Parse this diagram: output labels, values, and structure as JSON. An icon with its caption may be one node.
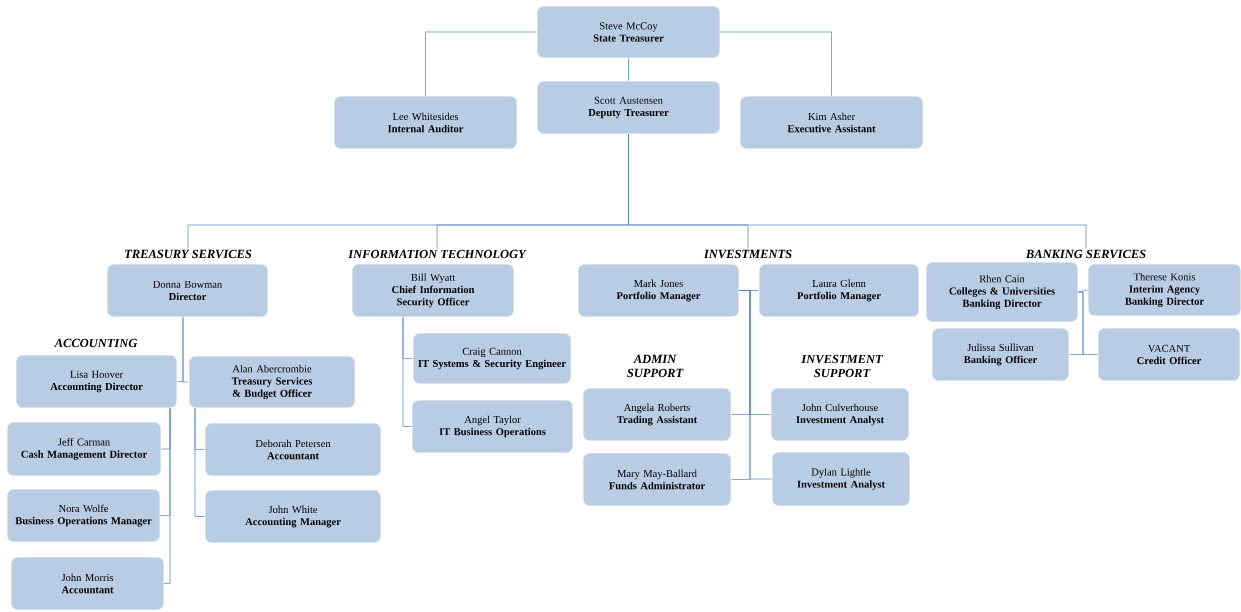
{
  "diagram": {
    "nodes": [
      {
        "text": [
          "Steve McCoy",
          "State Treasurer"
        ]
      },
      {
        "text": [
          "Lee Whitesides",
          "Internal Auditor"
        ]
      },
      {
        "text": [
          "Scott Austensen",
          "Deputy Treasurer"
        ]
      },
      {
        "text": [
          "Kim Asher",
          "Executive Assistant"
        ]
      },
      {
        "text": [
          "TREASURY SERVICES"
        ]
      },
      {
        "text": [
          "INFORMATION TECHNOLOGY"
        ]
      },
      {
        "text": [
          "INVESTMENTS"
        ]
      },
      {
        "text": [
          "BANKING SERVICES"
        ]
      },
      {
        "text": [
          "Donna Bowman",
          "Director"
        ]
      },
      {
        "text": [
          "Bill Wyatt",
          "Chief Information Security Officer"
        ]
      },
      {
        "text": [
          "Mark Jones",
          "Portfolio Manager"
        ]
      },
      {
        "text": [
          "Laura Glenn",
          "Portfolio Manager"
        ]
      },
      {
        "text": [
          "Rhen Cain",
          "Colleges & Universities Banking Director"
        ]
      },
      {
        "text": [
          "Therese Konis",
          "Interim Agency Banking Director"
        ]
      },
      {
        "text": [
          "Lisa Hoover",
          "Accounting Director"
        ]
      },
      {
        "text": [
          "Alan Abercrombie",
          "Treasury Services & Budget Officer"
        ]
      },
      {
        "text": [
          "Jeff Carman",
          "Cash Management Director"
        ]
      },
      {
        "text": [
          "Nora Wolfe",
          "Business Operations Manager"
        ]
      },
      {
        "text": [
          "John Morris",
          "Accountant"
        ]
      },
      {
        "text": [
          "Deborah Petersen",
          "Accountant"
        ]
      },
      {
        "text": [
          "John White",
          "Accounting Manager"
        ]
      },
      {
        "text": [
          "Craig Cannon",
          "IT Systems & Security Engineer"
        ]
      },
      {
        "text": [
          "Angel Taylor",
          "IT Business Operations"
        ]
      },
      {
        "text": [
          "Angela Roberts",
          "Trading Assistant"
        ]
      },
      {
        "text": [
          "Mary May-Ballard",
          "Funds Administrator"
        ]
      },
      {
        "text": [
          "John Culverhouse",
          "Investment Analyst"
        ]
      },
      {
        "text": [
          "Dylan Lightle",
          "Investment Analyst"
        ]
      },
      {
        "text": [
          "Julissa Sullivan",
          "Banking Officer"
        ]
      },
      {
        "text": [
          "VACANT",
          "Credit Officer"
        ]
      }
    ],
    "edges": [
      {
        "from": 0,
        "to": 1,
        "arrow": "none"
      },
      {
        "from": 0,
        "to": 2,
        "arrow": "none"
      },
      {
        "from": 0,
        "to": 3,
        "arrow": "none"
      },
      {
        "from": 2,
        "to": 4,
        "arrow": "none"
      },
      {
        "from": 2,
        "to": 5,
        "arrow": "none"
      },
      {
        "from": 2,
        "to": 6,
        "arrow": "none"
      },
      {
        "from": 2,
        "to": 7,
        "arrow": "none"
      },
      {
        "from": 8,
        "to": 14,
        "arrow": "none"
      },
      {
        "from": 8,
        "to": 15,
        "arrow": "none"
      },
      {
        "from": 14,
        "to": 16,
        "arrow": "none"
      },
      {
        "from": 14,
        "to": 17,
        "arrow": "none"
      },
      {
        "from": 14,
        "to": 18,
        "arrow": "none"
      },
      {
        "from": 15,
        "to": 19,
        "arrow": "none"
      },
      {
        "from": 15,
        "to": 20,
        "arrow": "none"
      },
      {
        "from": 9,
        "to": 21,
        "arrow": "none"
      },
      {
        "from": 9,
        "to": 22,
        "arrow": "none"
      },
      {
        "from": 10,
        "to": 11,
        "arrow": "none"
      },
      {
        "from": 10,
        "to": 23,
        "arrow": "none"
      },
      {
        "from": 10,
        "to": 24,
        "arrow": "none"
      },
      {
        "from": 10,
        "to": 25,
        "arrow": "none"
      },
      {
        "from": 10,
        "to": 26,
        "arrow": "none"
      },
      {
        "from": 12,
        "to": 13,
        "arrow": "none"
      },
      {
        "from": 12,
        "to": 27,
        "arrow": "none"
      },
      {
        "from": 12,
        "to": 28,
        "arrow": "none"
      }
    ],
    "labels": [
      "ACCOUNTING",
      "ADMIN SUPPORT",
      "INVESTMENT SUPPORT"
    ]
  }
}
